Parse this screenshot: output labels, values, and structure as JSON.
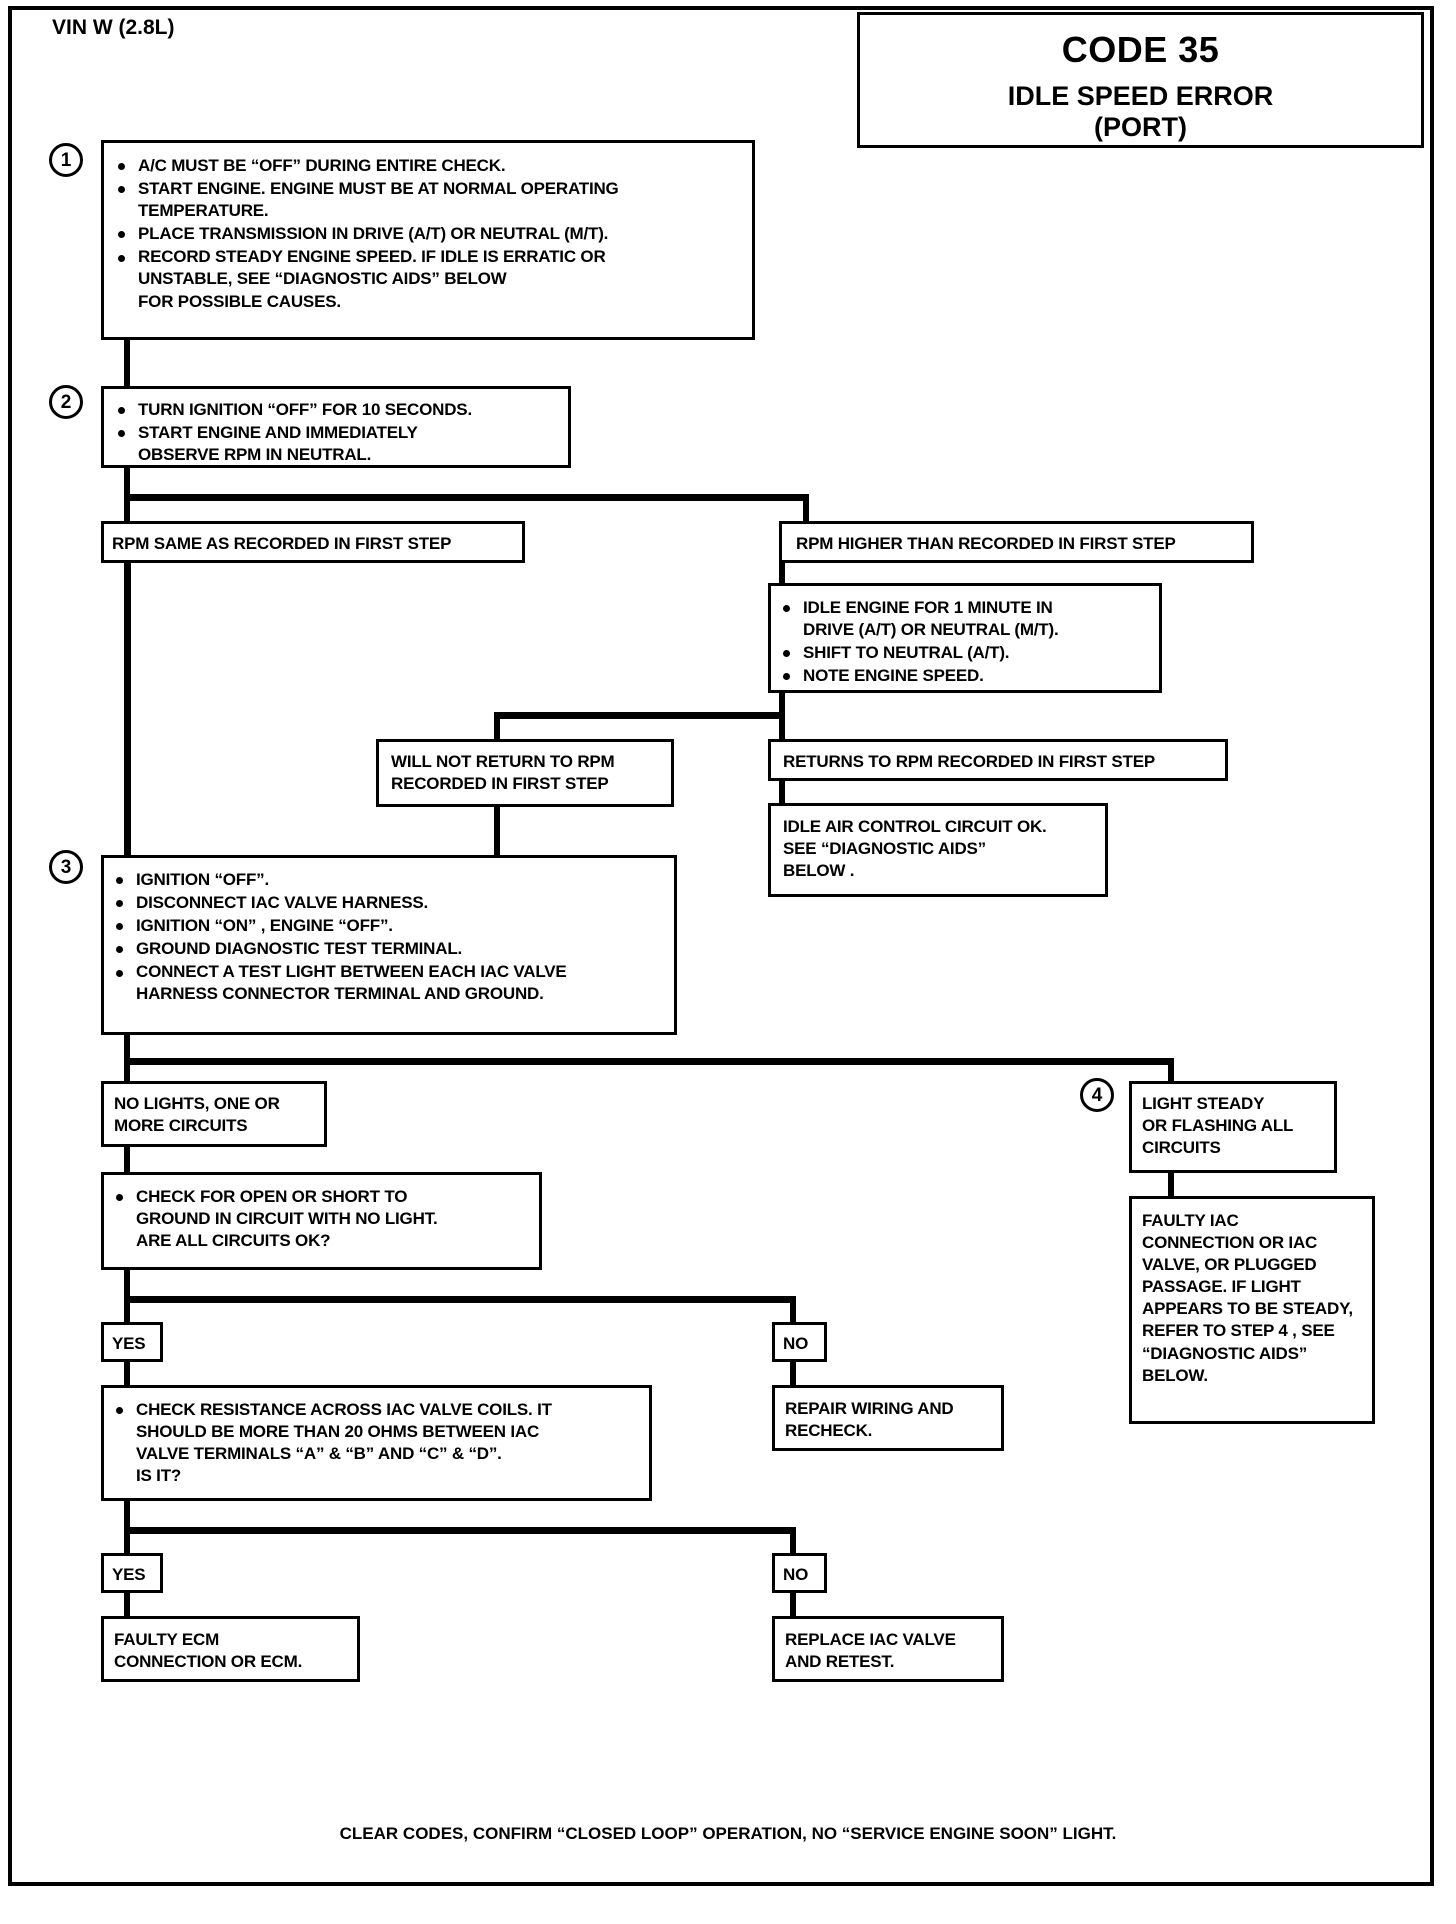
{
  "header": {
    "vin_label": "VIN W (2.8L)",
    "code_title": "CODE 35",
    "fault_line1": "IDLE SPEED ERROR",
    "fault_line2": "(PORT)"
  },
  "steps": {
    "step1_number": "1",
    "step2_number": "2",
    "step3_number": "3",
    "step4_number": "4"
  },
  "step1": {
    "b1": "A/C MUST BE “OFF” DURING ENTIRE CHECK.",
    "b2a": "START ENGINE.  ENGINE MUST BE AT NORMAL OPERATING",
    "b2b": "TEMPERATURE.",
    "b3": "PLACE TRANSMISSION IN DRIVE (A/T) OR NEUTRAL (M/T).",
    "b4a": "RECORD STEADY ENGINE SPEED. IF IDLE IS ERRATIC OR",
    "b4b": "UNSTABLE,  SEE “DIAGNOSTIC AIDS”  BELOW",
    "b4c": "FOR POSSIBLE CAUSES."
  },
  "step2": {
    "b1": "TURN IGNITION “OFF”  FOR 10 SECONDS.",
    "b2a": "START ENGINE  AND IMMEDIATELY",
    "b2b": "OBSERVE RPM IN NEUTRAL."
  },
  "branch_same": {
    "label": "RPM SAME AS RECORDED IN FIRST STEP"
  },
  "branch_higher": {
    "label": "RPM HIGHER THAN RECORDED IN FIRST STEP"
  },
  "idle_engine": {
    "b1a": "IDLE ENGINE FOR 1 MINUTE  IN",
    "b1b": "DRIVE (A/T) OR NEUTRAL (M/T).",
    "b2": "SHIFT TO NEUTRAL (A/T).",
    "b3": "NOTE ENGINE SPEED."
  },
  "will_not_return": {
    "l1": "WILL NOT RETURN TO RPM",
    "l2": "RECORDED IN FIRST STEP"
  },
  "returns_to_rpm": {
    "label": "RETURNS TO RPM RECORDED IN FIRST STEP"
  },
  "iac_ok": {
    "l1": "IDLE AIR CONTROL CIRCUIT OK.",
    "l2": "SEE “DIAGNOSTIC AIDS”",
    "l3": "BELOW ."
  },
  "step3": {
    "b1": "IGNITION “OFF”.",
    "b2": "DISCONNECT IAC VALVE HARNESS.",
    "b3": "IGNITION “ON” , ENGINE “OFF”.",
    "b4": "GROUND DIAGNOSTIC TEST TERMINAL.",
    "b5a": "CONNECT A TEST LIGHT BETWEEN EACH IAC VALVE",
    "b5b": "HARNESS CONNECTOR TERMINAL AND GROUND."
  },
  "no_lights": {
    "l1": "NO LIGHTS, ONE OR",
    "l2": "MORE CIRCUITS"
  },
  "light_steady": {
    "l1": "LIGHT  STEADY",
    "l2": "OR FLASHING ALL",
    "l3": "CIRCUITS"
  },
  "check_open_short": {
    "b1a": "CHECK FOR OPEN OR SHORT TO",
    "b1b": "GROUND IN CIRCUIT WITH NO LIGHT.",
    "b1c": "ARE ALL CIRCUITS OK?"
  },
  "faulty_iac": {
    "l1": "FAULTY IAC",
    "l2": "CONNECTION OR IAC",
    "l3": "VALVE, OR PLUGGED",
    "l4": "PASSAGE. IF LIGHT",
    "l5": "APPEARS TO BE STEADY,",
    "l6": "REFER TO STEP 4 ,  SEE",
    "l7": "“DIAGNOSTIC  AIDS”",
    "l8": " BELOW."
  },
  "decision1": {
    "yes": "YES",
    "no": "NO"
  },
  "repair_wiring": {
    "l1": "REPAIR WIRING AND",
    "l2": "RECHECK."
  },
  "check_resistance": {
    "b1a": "CHECK RESISTANCE ACROSS IAC VALVE COILS. IT",
    "b1b": "SHOULD BE MORE THAN 20 OHMS BETWEEN IAC",
    "b1c": "VALVE TERMINALS “A” & “B” AND “C” & “D”.",
    "b1d": "IS IT?"
  },
  "decision2": {
    "yes": "YES",
    "no": "NO"
  },
  "faulty_ecm": {
    "l1": "FAULTY ECM",
    "l2": "CONNECTION OR ECM."
  },
  "replace_iac": {
    "l1": "REPLACE IAC VALVE",
    "l2": "AND RETEST."
  },
  "footer": {
    "text": "CLEAR CODES, CONFIRM “CLOSED LOOP” OPERATION, NO “SERVICE ENGINE SOON” LIGHT."
  },
  "colors": {
    "ink": "#000000",
    "paper": "#ffffff"
  }
}
